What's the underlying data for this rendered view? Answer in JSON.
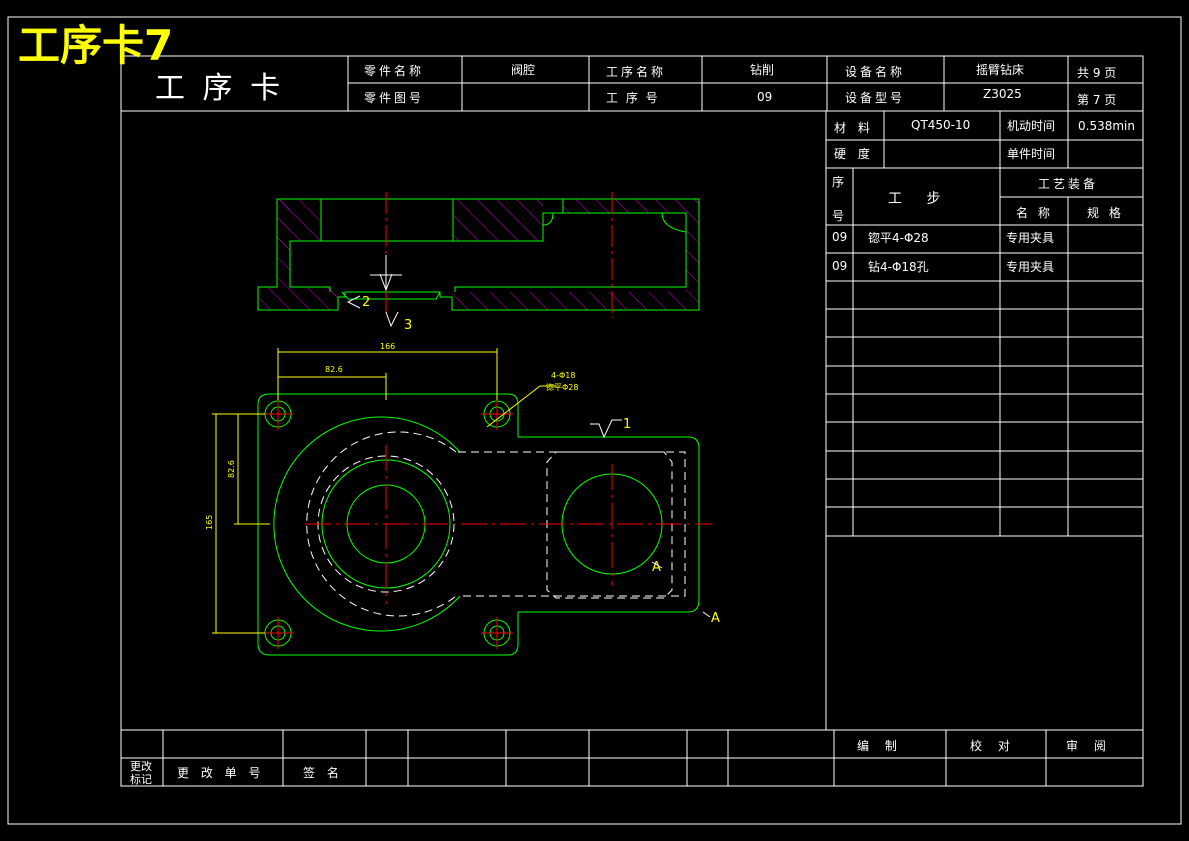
{
  "corner_title": "工序卡7",
  "header": {
    "card_title": "工 序 卡",
    "part_name_label": "零件名称",
    "part_name": "阀腔",
    "part_number_label": "零件图号",
    "part_number": "",
    "process_name_label": "工序名称",
    "process_name": "钻削",
    "process_no_label": "工 序 号",
    "process_no": "09",
    "equipment_name_label": "设备名称",
    "equipment_name": "摇臂钻床",
    "equipment_model_label": "设备型号",
    "equipment_model": "Z3025",
    "total_pages": "共 9 页",
    "page_no": "第 7 页"
  },
  "info": {
    "material_label": "材 料",
    "material": "QT450-10",
    "machine_time_label": "机动时间",
    "machine_time": "0.538min",
    "hardness_label": "硬 度",
    "hardness": "",
    "unit_time_label": "单件时间",
    "unit_time": ""
  },
  "steps_table": {
    "seq_label_top": "序",
    "seq_label_bottom": "号",
    "step_label": "工 步",
    "equipment_label": "工艺装备",
    "name_label": "名 称",
    "spec_label": "规 格",
    "rows": [
      {
        "seq": "09",
        "step": "锪平4-Φ28",
        "name": "专用夹具",
        "spec": ""
      },
      {
        "seq": "09",
        "step": "钻4-Φ18孔",
        "name": "专用夹具",
        "spec": ""
      }
    ]
  },
  "footer": {
    "mark_label_1": "更改",
    "mark_label_2": "标记",
    "change_no_label": "更 改 单 号",
    "sign_label": "签 名",
    "compile_label": "编 制",
    "check_label": "校 对",
    "review_label": "审 阅"
  },
  "drawing": {
    "dim_total": "166",
    "dim_center": "82.6",
    "dim_vertical_total": "165",
    "dim_vertical_half": "82.6",
    "hole_note_1": "4-Φ18",
    "hole_note_2": "锪平Φ28",
    "mark_1": "1",
    "mark_2": "2",
    "mark_3": "3",
    "surface_A": "A",
    "view_A": "A"
  },
  "colors": {
    "outline": "#00ff00",
    "centerline": "#ff0000",
    "dimension": "#ffff00",
    "hidden": "#ffffff",
    "hatch": "#cc00cc",
    "frame": "#ffffff"
  }
}
